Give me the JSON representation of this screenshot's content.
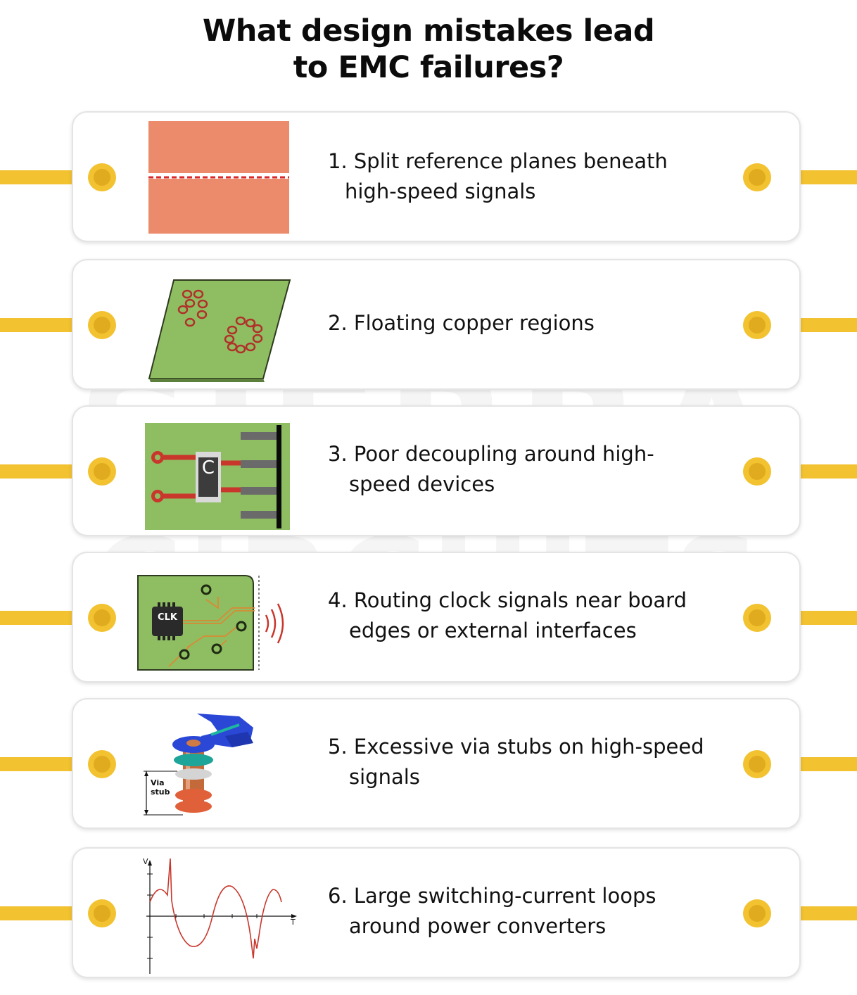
{
  "title": {
    "line1": "What design mistakes lead",
    "line2": "to EMC failures?"
  },
  "watermark": {
    "line1": "SIERRA",
    "line2": "CIRCUITS"
  },
  "items": [
    {
      "line1": "1. Split reference planes beneath",
      "line2": "high-speed signals"
    },
    {
      "line1": "2. Floating copper regions",
      "line2": ""
    },
    {
      "line1": "3. Poor decoupling around high-",
      "line2": "speed devices",
      "chip_label": "C"
    },
    {
      "line1": "4. Routing clock signals near board",
      "line2": "edges or external interfaces",
      "chip_label": "CLK"
    },
    {
      "line1": "5. Excessive via stubs on high-speed",
      "line2": "signals",
      "via_label_1": "Via",
      "via_label_2": "stub"
    },
    {
      "line1": "6. Large switching-current loops",
      "line2": "around power converters",
      "axis_v": "V",
      "axis_t": "T"
    }
  ],
  "colors": {
    "connector": "#f2c230",
    "plane": "#ec8b6c",
    "pcb_green": "#8fbe62",
    "trace_red": "#c9362b"
  }
}
